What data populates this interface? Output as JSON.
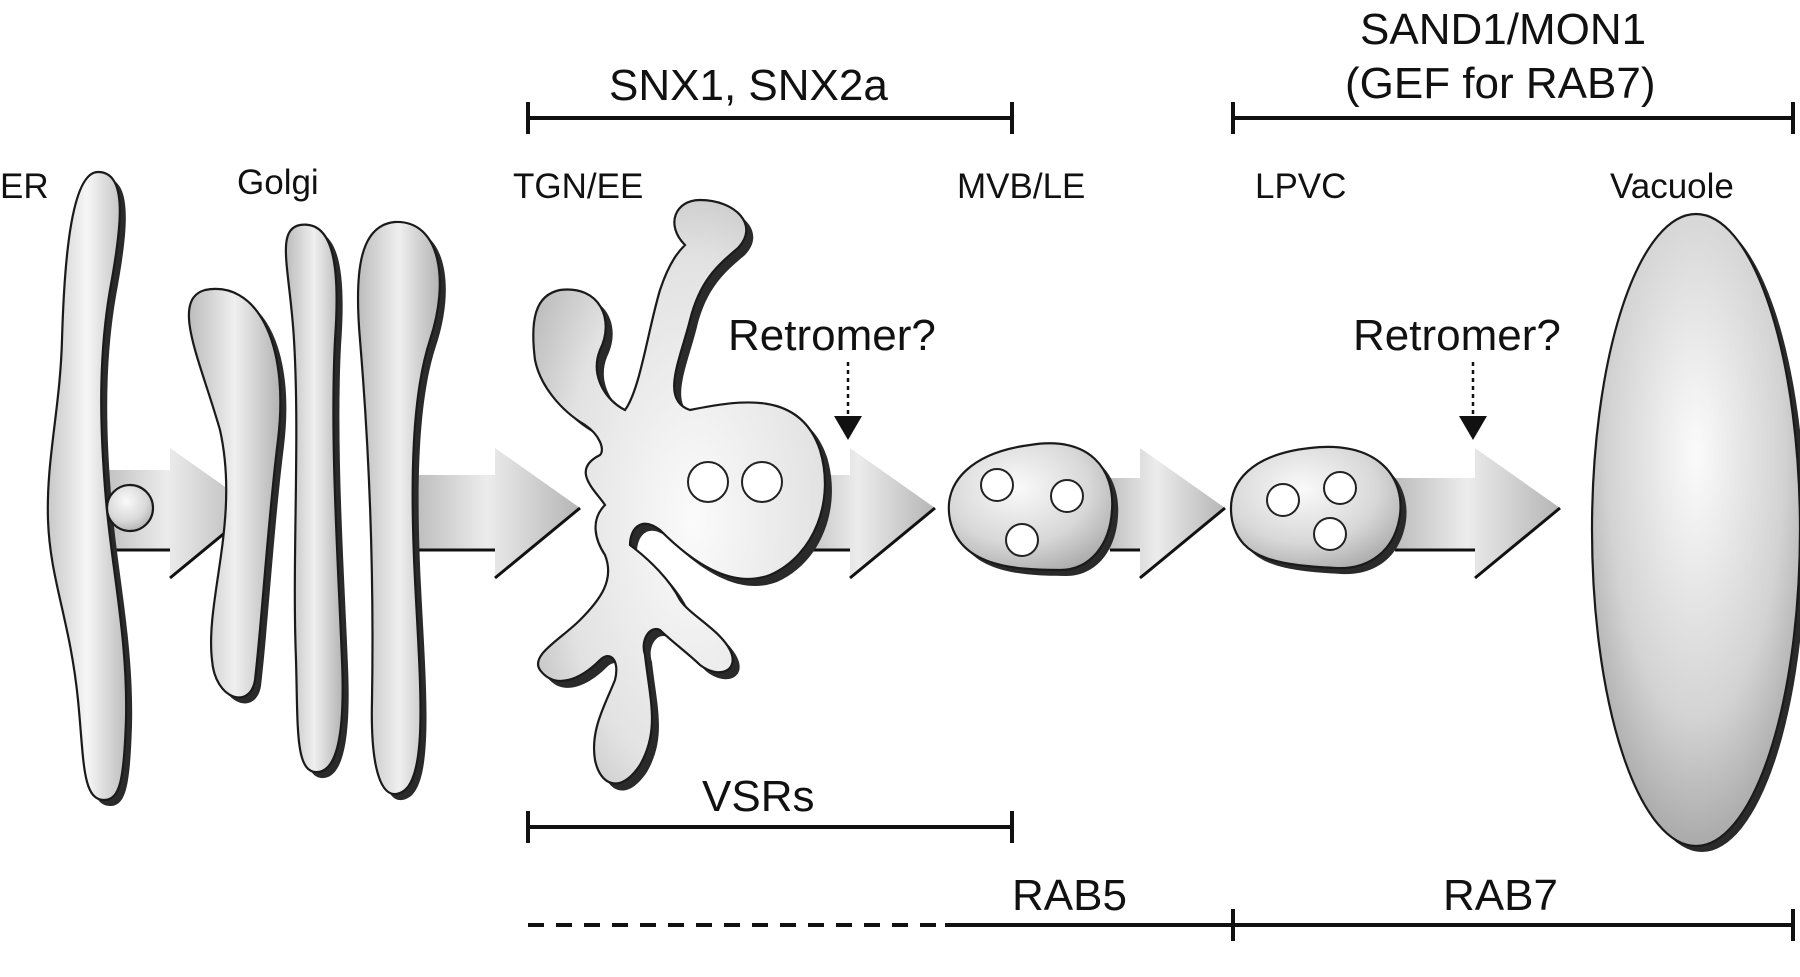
{
  "labels": {
    "er": "ER",
    "golgi": "Golgi",
    "tgn_ee": "TGN/EE",
    "mvb_le": "MVB/LE",
    "lpvc": "LPVC",
    "vacuole": "Vacuole",
    "retromer_1": "Retromer?",
    "retromer_2": "Retromer?"
  },
  "brackets": {
    "snx": "SNX1, SNX2a",
    "sand1_line1": "SAND1/MON1",
    "sand1_line2": "(GEF for RAB7)",
    "vsrs": "VSRs",
    "rab5": "RAB5",
    "rab7": "RAB7"
  },
  "colors": {
    "organelle_light": "#f4f4f4",
    "organelle_dark": "#a9a9a9",
    "arrow_light": "#eeeeee",
    "arrow_dark": "#b8b8b8",
    "line": "#111111"
  }
}
